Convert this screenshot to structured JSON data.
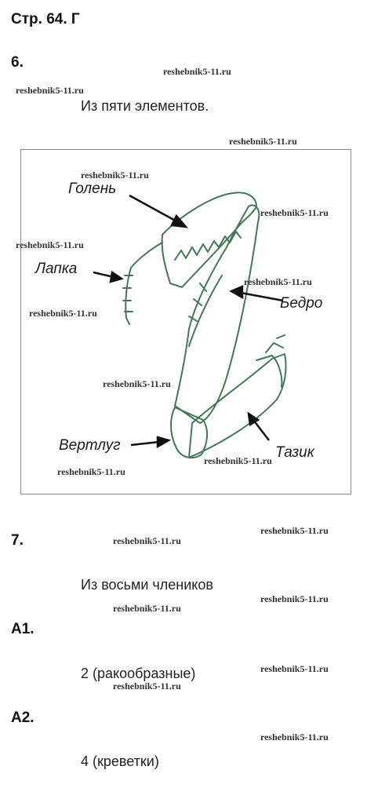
{
  "page_header": "Стр. 64. Г",
  "q6": {
    "number": "6.",
    "answer": "Из пяти элементов."
  },
  "diagram": {
    "labels": {
      "tibia": "Голень",
      "tarsus": "Лапка",
      "femur": "Бедро",
      "trochanter": "Вертлуг",
      "coxa": "Тазик"
    },
    "colors": {
      "leg_outline": "#3f7a55",
      "arrow": "#111111"
    }
  },
  "q7": {
    "number": "7.",
    "answer": "Из восьми члеников"
  },
  "a1": {
    "number": "А1.",
    "answer": "2 (ракообразные)"
  },
  "a2": {
    "number": "А2.",
    "answer": "4 (креветки)"
  },
  "watermark": "reshebnik5-11.ru"
}
